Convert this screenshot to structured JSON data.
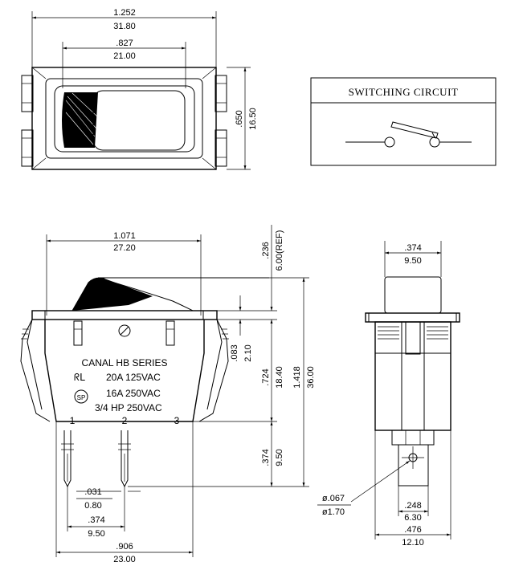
{
  "top_view": {
    "overall_width_in": "1.252",
    "overall_width_mm": "31.80",
    "rocker_width_in": ".827",
    "rocker_width_mm": "21.00",
    "height_in": ".650",
    "height_mm": "16.50"
  },
  "switching_circuit": {
    "title": "SWITCHING CIRCUIT"
  },
  "side_view": {
    "body_width_in": "1.071",
    "body_width_mm": "27.20",
    "rocker_height_in": ".236",
    "rocker_height_mm": "6.00(REF)",
    "flange_in": ".083",
    "flange_mm": "2.10",
    "body_height_in": ".724",
    "body_height_mm": "18.40",
    "total_height_in": "1.418",
    "total_height_mm": "36.00",
    "terminal_len_in": ".374",
    "terminal_len_mm": "9.50",
    "terminal_thk_in": ".031",
    "terminal_thk_mm": "0.80",
    "pitch_in": ".374",
    "pitch_mm": "9.50",
    "span_in": ".906",
    "span_mm": "23.00",
    "label_series": "CANAL HB SERIES",
    "label_rating1": "20A 125VAC",
    "label_rating2": "16A 250VAC",
    "label_rating3": "3/4 HP 250VAC",
    "terminal_1": "1",
    "terminal_2": "2",
    "terminal_3": "3"
  },
  "end_view": {
    "rocker_width_in": ".374",
    "rocker_width_mm": "9.50",
    "hole_in": "ø.067",
    "hole_mm": "ø1.70",
    "term_width_in": ".248",
    "term_width_mm": "6.30",
    "body_width_in": ".476",
    "body_width_mm": "12.10"
  }
}
